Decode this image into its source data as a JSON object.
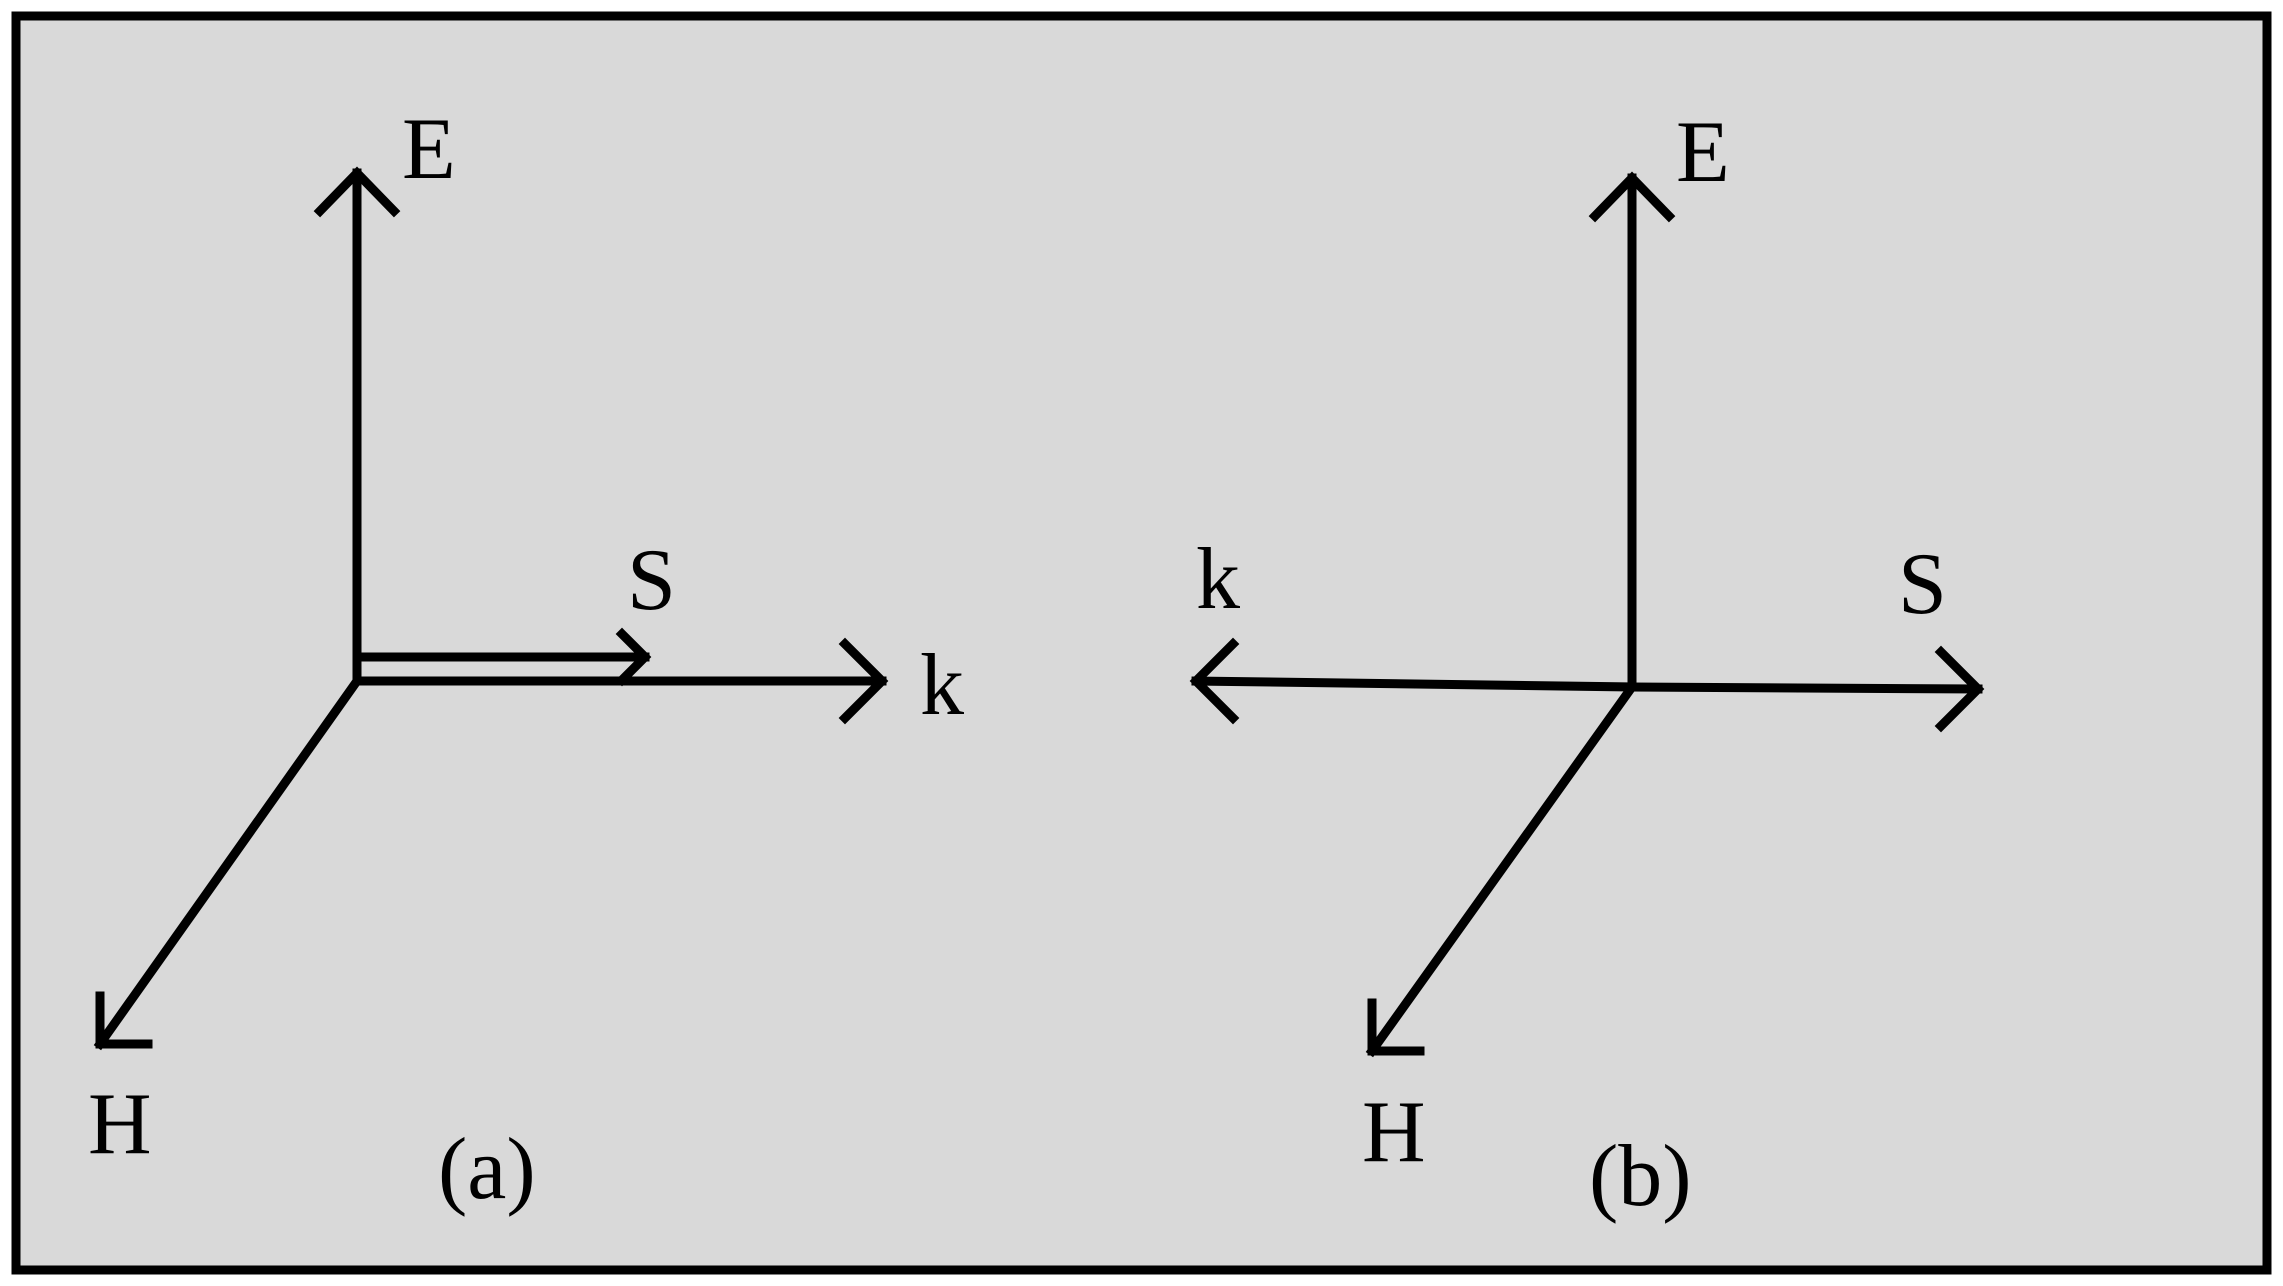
{
  "colors": {
    "background": "#d9d9d9",
    "ink": "#000000"
  },
  "panel_a": {
    "caption": "(a)",
    "labels": {
      "E": "E",
      "H": "H",
      "S": "S",
      "k": "k"
    }
  },
  "panel_b": {
    "caption": "(b)",
    "labels": {
      "E": "E",
      "H": "H",
      "S": "S",
      "k": "k"
    }
  }
}
